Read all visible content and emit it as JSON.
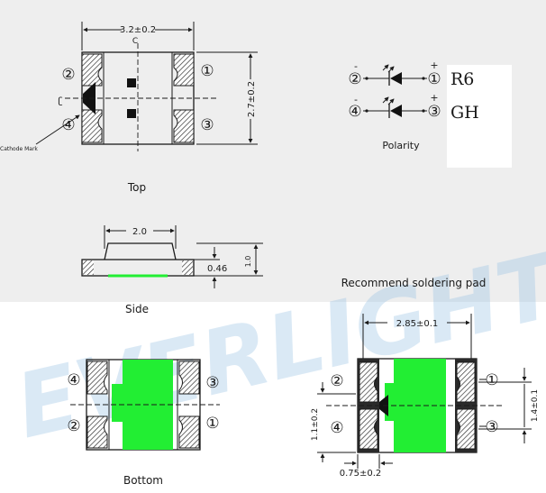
{
  "top_view": {
    "width_dim": "3.2±0.2",
    "height_dim": "2.7±0.2",
    "centerline_mark": "C",
    "pins": [
      "②",
      "①",
      "④",
      "③"
    ],
    "cathode_label": "Cathode Mark",
    "title": "Top"
  },
  "polarity": {
    "row1": {
      "left_sign": "-",
      "left_pin": "②",
      "right_sign": "+",
      "right_pin": "①",
      "color_code": "R6"
    },
    "row2": {
      "left_sign": "-",
      "left_pin": "④",
      "right_sign": "+",
      "right_pin": "③",
      "color_code": "GH"
    },
    "title": "Polarity"
  },
  "side_view": {
    "width_dim": "2.0",
    "height_dim": "1.0",
    "thickness_dim": "0.46",
    "title": "Side"
  },
  "bottom_view": {
    "pins": [
      "④",
      "③",
      "②",
      "①"
    ],
    "title": "Bottom"
  },
  "soldering_pad": {
    "title": "Recommend soldering pad",
    "width_dim": "2.85±0.1",
    "pin_spacing_dim": "1.4±0.1",
    "pad_height_dim": "1.1±0.2",
    "pad_width_dim": "0.75±0.2",
    "pins": [
      "②",
      "④",
      "①",
      "③"
    ]
  },
  "watermark": "EVERLIGHT",
  "colors": {
    "led_body": "#22ee33",
    "background_top": "#eeeeee",
    "watermark": "#9fc6e6",
    "line": "#1a1a1a"
  }
}
